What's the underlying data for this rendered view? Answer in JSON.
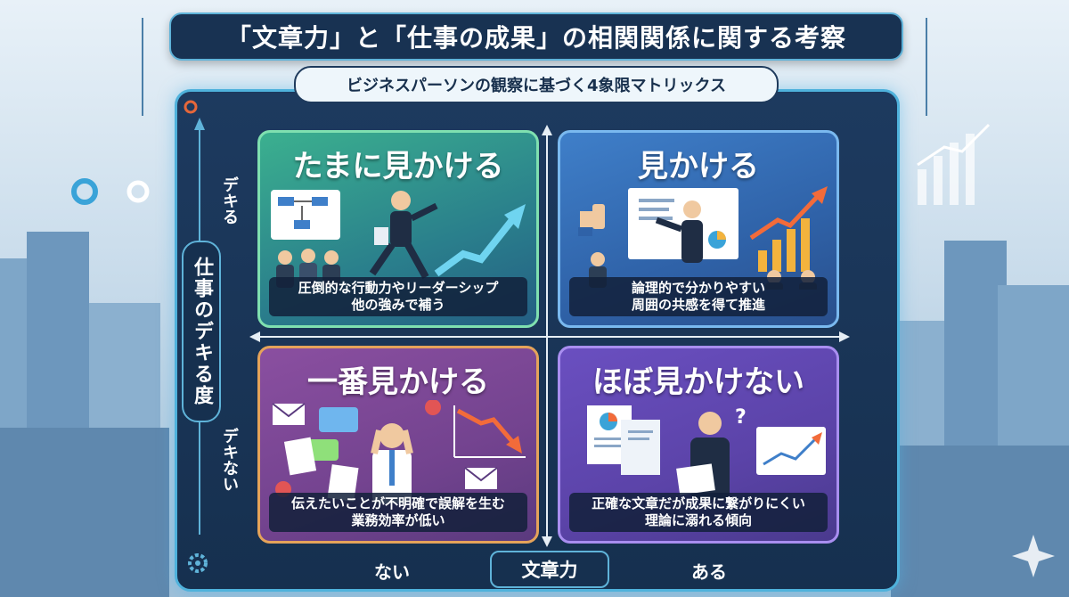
{
  "title": "「文章力」と「仕事の成果」の相関関係に関する考察",
  "subtitle": "ビジネスパーソンの観察に基づく4象限マトリックス",
  "y_axis": {
    "title": "仕事のデキる度",
    "high": "デキる",
    "low": "デキない"
  },
  "x_axis": {
    "title": "文章力",
    "low": "ない",
    "high": "ある"
  },
  "quadrants": {
    "top_left": {
      "heading": "たまに見かける",
      "line1": "圧倒的な行動力やリーダーシップ",
      "line2": "他の強みで補う"
    },
    "top_right": {
      "heading": "見かける",
      "line1": "論理的で分かりやすい",
      "line2": "周囲の共感を得て推進"
    },
    "bottom_left": {
      "heading": "一番見かける",
      "line1": "伝えたいことが不明確で誤解を生む",
      "line2": "業務効率が低い"
    },
    "bottom_right": {
      "heading": "ほぼ見かけない",
      "line1": "正確な文章だが成果に繋がりにくい",
      "line2": "理論に溺れる傾向"
    }
  },
  "colors": {
    "banner": "#183252",
    "accent": "#5fb3d9",
    "top_left": "#3bb08f",
    "top_right": "#3f7fc9",
    "bottom_left": "#8a4fa0",
    "bottom_right": "#6a4fc0"
  },
  "icons": [
    "flowchart-icon",
    "running-man-icon",
    "trend-up-arrow-icon",
    "thumbs-up-icon",
    "presenter-icon",
    "bar-chart-icon",
    "stressed-man-icon",
    "email-icon",
    "trend-down-arrow-icon",
    "document-icon",
    "question-mark-icon",
    "gear-icon",
    "sparkle-icon"
  ]
}
